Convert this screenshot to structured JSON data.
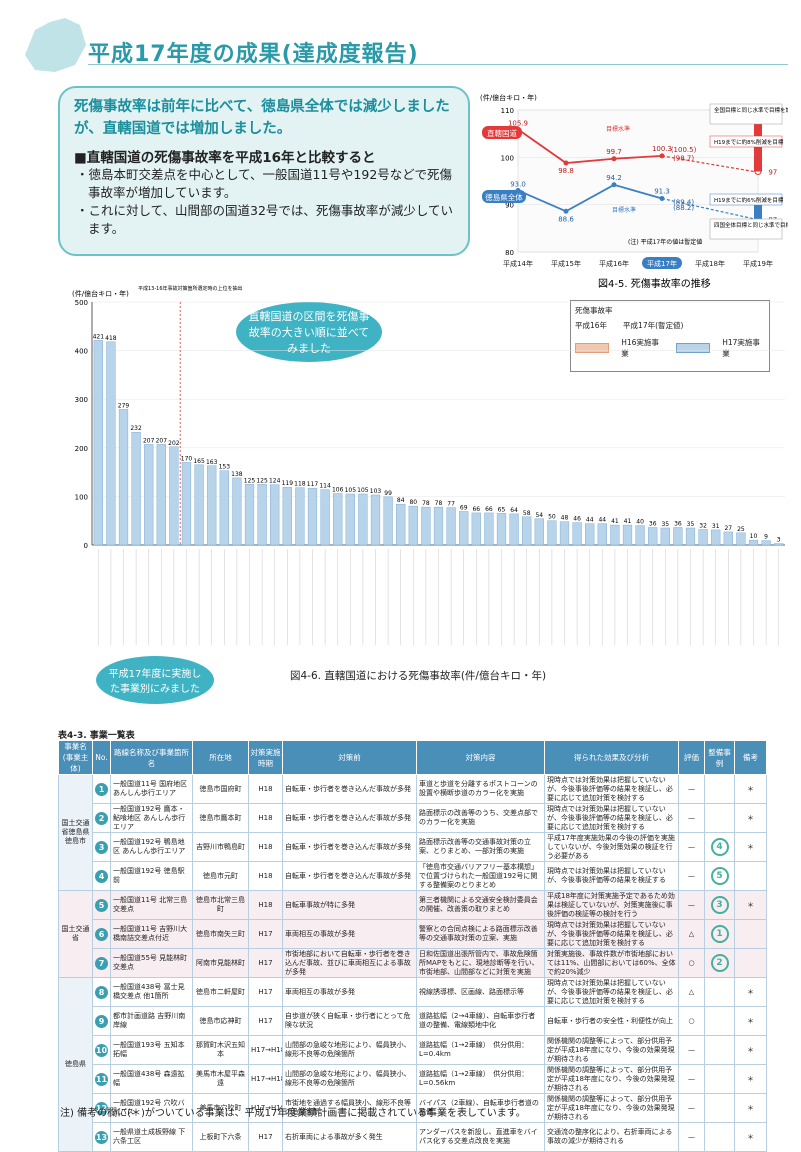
{
  "header": {
    "title": "平成17年度の成果(達成度報告)"
  },
  "summary": {
    "lead": "死傷事故率は前年に比べて、徳島県全体では減少しましたが、直轄国道では増加しました。",
    "heading": "■直轄国道の死傷事故率を平成16年と比較すると",
    "items": [
      "・徳島本町交差点を中心として、一般国道11号や192号などで死傷事故率が増加しています。",
      "・これに対して、山間部の国道32号では、死傷事故率が減少しています。"
    ]
  },
  "callouts": {
    "top": "直轄国道の区間を死傷事故率の大きい順に並べてみました",
    "bottom": "平成17年度に実施した事業別にみました"
  },
  "trend_chart": {
    "ylabel": "(件/億台キロ・年)",
    "caption": "図4-5. 死傷事故率の推移",
    "series_labels": [
      "直轄国道",
      "徳島県全体"
    ],
    "goal_notes": [
      "全国目標と同じ水準で目標を設定",
      "H19までに約8%削減を目標",
      "H19までに約6%削減を目標",
      "四国全体目標と同じ水準で目標を設定"
    ],
    "target_tags": [
      "目標水準",
      "目標水準"
    ],
    "note": "(注) 平成17年の値は暫定値",
    "value_labels": [
      "105.9",
      "98.8",
      "99.7",
      "100.3",
      "(100.5)",
      "(98.7)",
      "97",
      "93.0",
      "88.6",
      "94.2",
      "91.3",
      "(89.4)",
      "(88.2)",
      "87"
    ]
  },
  "legend": {
    "title": "死傷事故率",
    "cols": [
      "平成16年",
      "平成17年(暫定値)"
    ],
    "items": [
      "H16実施事業",
      "H17実施事業"
    ]
  },
  "bar_chart_meta": {
    "ylabel": "(件/億台キロ・年)",
    "caption": "図4-6. 直轄国道における死傷事故率(件/億台キロ・年)",
    "annotation": "平成13-16年事故対策箇所選定時の上位を抽出"
  },
  "chart_data": [
    {
      "type": "line",
      "title": "",
      "x": [
        "平成14年",
        "平成15年",
        "平成16年",
        "平成17年",
        "平成18年",
        "平成19年"
      ],
      "ylim": [
        80,
        110
      ],
      "yticks": [
        80,
        90,
        100,
        110
      ],
      "series": [
        {
          "name": "直轄国道",
          "values": [
            105.9,
            98.8,
            99.7,
            100.3,
            null,
            null
          ],
          "target": 97
        },
        {
          "name": "徳島県全体",
          "values": [
            93.0,
            88.6,
            94.2,
            91.3,
            null,
            null
          ],
          "target": 87
        }
      ],
      "highlight_x": "平成17年"
    },
    {
      "type": "bar",
      "title": "",
      "ylim": [
        0,
        500
      ],
      "yticks": [
        0,
        100,
        200,
        300,
        400,
        500
      ],
      "values_h17": [
        421,
        418,
        279,
        232,
        207,
        207,
        202,
        170,
        165,
        163,
        153,
        138,
        125,
        125,
        124,
        119,
        118,
        117,
        114,
        106,
        105,
        105,
        103,
        99,
        84,
        80,
        78,
        78,
        77,
        69,
        66,
        66,
        65,
        64,
        58,
        54,
        50,
        48,
        46,
        44,
        44,
        41,
        41,
        40,
        36,
        35,
        36,
        35,
        32,
        31,
        27,
        25,
        10,
        9,
        3
      ],
      "labels": [
        "421",
        "418",
        "279",
        "232",
        "207",
        "207",
        "202",
        "170",
        "165",
        "163",
        "153",
        "138",
        "125",
        "125",
        "124",
        "119",
        "118",
        "117",
        "114",
        "106",
        "105",
        "105",
        "103",
        "99",
        "84",
        "80",
        "78",
        "78",
        "77",
        "69",
        "66",
        "66",
        "65",
        "64",
        "58",
        "54",
        "50",
        "48",
        "46",
        "44",
        "44",
        "41",
        "41",
        "40",
        "36",
        "35",
        "36",
        "35",
        "32",
        "31",
        "27",
        "25",
        "10",
        "9",
        "3"
      ]
    }
  ],
  "table": {
    "title": "表4-3. 事業一覧表",
    "headers": [
      "事業名(事業主体)",
      "No.",
      "路線名称及び事業箇所名",
      "所在地",
      "対策実施時期",
      "対策前",
      "対策内容",
      "得られた効果及び分析",
      "評価",
      "整備事例",
      "備考"
    ],
    "rows": [
      {
        "grp": "国土交通省徳島県徳島市",
        "no": "1",
        "name": "一般国道11号 国府地区 あんしん歩行エリア",
        "loc": "徳島市国府町",
        "time": "H18",
        "before": "自転車・歩行者を巻き込んだ事故が多発",
        "content": "車道と歩道を分離するポストコーンの設置や横断歩道のカラー化を実施",
        "effect": "現時点では対策効果は把握していないが、今後事後評価等の結果を検証し、必要に応じて追加対策を検討する",
        "eval": "—",
        "case": "",
        "note": "＊"
      },
      {
        "grp": "",
        "no": "2",
        "name": "一般国道192号 鷹本・鮎喰地区 あんしん歩行エリア",
        "loc": "徳島市鷹本町",
        "time": "H18",
        "before": "自転車・歩行者を巻き込んだ事故が多発",
        "content": "路面標示の改善等のうち、交差点部でのカラー化を実施",
        "effect": "現時点では対策効果は把握していないが、今後事後評価等の結果を検証し、必要に応じて追加対策を検討する",
        "eval": "—",
        "case": "",
        "note": "＊"
      },
      {
        "grp": "",
        "no": "3",
        "name": "一般国道192号 鴨島地区 あんしん歩行エリア",
        "loc": "吉野川市鴨島町",
        "time": "H18",
        "before": "自転車・歩行者を巻き込んだ事故が多発",
        "content": "路面標示改善等の交通事故対策の立案、とりまとめ、一部対策の実施",
        "effect": "平成17年度実施効果の今後の評価を実施していないが、今後対策効果の検証を行う必要がある",
        "eval": "—",
        "case": "4",
        "note": "＊"
      },
      {
        "grp": "",
        "no": "4",
        "name": "一般国道192号 徳島駅前",
        "loc": "徳島市元町",
        "time": "H18",
        "before": "自転車・歩行者を巻き込んだ事故が多発",
        "content": "「徳島市交通バリアフリー基本構想」で位置づけられた一般国道192号に関する整備案のとりまとめ",
        "effect": "現時点では対策効果は把握していないが、今後事後評価等の結果を検証する",
        "eval": "—",
        "case": "5",
        "note": ""
      },
      {
        "grp": "国土交通省",
        "no": "5",
        "name": "一般国道11号 北常三島交差点",
        "loc": "徳島市北常三島町",
        "time": "H18",
        "before": "自転車事故が特に多発",
        "content": "第三者機関による交通安全検討委員会の開催、改善策の取りまとめ",
        "effect": "平成18年度に対策実施予定であるため効果は検証していないが、対策実施後に事後評価の検証等の検討を行う",
        "eval": "—",
        "case": "3",
        "note": "＊"
      },
      {
        "grp": "",
        "no": "6",
        "name": "一般国道11号 吉野川大橋南詰交差点付近",
        "loc": "徳島市南矢三町",
        "time": "H17",
        "before": "車両相互の事故が多発",
        "content": "警察との合同点検による路面標示改善等の交通事故対策の立案、実施",
        "effect": "現時点では対策効果は把握していないが、今後事後評価等の結果を検証し、必要に応じて追加対策を検討する",
        "eval": "△",
        "case": "1",
        "note": ""
      },
      {
        "grp": "",
        "no": "7",
        "name": "一般国道55号 見能林町交差点",
        "loc": "阿南市見能林町",
        "time": "H17",
        "before": "市街地部において自転車・歩行者を巻き込んだ事故、並びに車両相互による事故が多発",
        "content": "日和佐国道出張所管内で、事故危険箇所MAPをもとに、現地診断等を行い、市街地部、山間部などに対策を実施",
        "effect": "対策実施後、事故件数が市街地部においては11%、山間部においては60%、全体で約20%減少",
        "eval": "○",
        "case": "2",
        "note": ""
      },
      {
        "grp": "徳島県",
        "no": "8",
        "name": "一般国道438号 冨士見橋交差点 他1箇所",
        "loc": "徳島市二軒屋町",
        "time": "H17",
        "before": "車両相互の事故が多発",
        "content": "視線誘導標、区画線、路面標示等",
        "effect": "現時点では対策効果は把握していないが、今後事後評価等の結果を検証し、必要に応じて追加対策を検討する",
        "eval": "△",
        "case": "",
        "note": "＊"
      },
      {
        "grp": "",
        "no": "9",
        "name": "都市計画道路 吉野川南岸線",
        "loc": "徳島市応神町",
        "time": "H17",
        "before": "自歩道が狭く自転車・歩行者にとって危険な状況",
        "content": "道路拡幅（2→4車線）、自転車歩行者道の整備、電線類地中化",
        "effect": "自転車・歩行者の安全性・利便性が向上",
        "eval": "○",
        "case": "",
        "note": "＊"
      },
      {
        "grp": "",
        "no": "10",
        "name": "一般国道193号 五知本拓幅",
        "loc": "那賀町木沢五知本",
        "time": "H17→H18",
        "before": "山間部の急峻な地形により、幅員狭小、線形不良等の危険箇所",
        "content": "道路拡幅（1→2車線）　供分供用：L=0.4km",
        "effect": "関係機関の調整等によって、部分供用予定が平成18年度になり、今後の効果発現が期待される",
        "eval": "—",
        "case": "",
        "note": "＊"
      },
      {
        "grp": "",
        "no": "11",
        "name": "一般国道438号 森遠拡幅",
        "loc": "美馬市木屋平森遠",
        "time": "H17→H18",
        "before": "山間部の急峻な地形により、幅員狭小、線形不良等の危険箇所",
        "content": "道路拡幅（1→2車線）　供分供用：L=0.56km",
        "effect": "関係機関の調整等によって、部分供用予定が平成18年度になり、今後の効果発現が期待される",
        "eval": "—",
        "case": "",
        "note": "＊"
      },
      {
        "grp": "",
        "no": "12",
        "name": "一般国道192号 穴吹バイパス",
        "loc": "美馬市穴吹町",
        "time": "H17→H18",
        "before": "市街地を通過する幅員狭小、線形不良等の危険箇所",
        "content": "バイパス（2車線）、自転車歩行者道の整備",
        "effect": "関係機関の調整等によって、部分供用予定が平成18年度になり、今後の効果発現が期待される",
        "eval": "—",
        "case": "",
        "note": "＊"
      },
      {
        "grp": "",
        "no": "13",
        "name": "一般県道土成板野線 下六条工区",
        "loc": "上板町下六条",
        "time": "H17",
        "before": "右折車両による事故が多く発生",
        "content": "アンダーパスを新設し、直進車をバイパス化する交差点改良を実施",
        "effect": "交通流の整序化により、右折車両による事故の減少が期待される",
        "eval": "—",
        "case": "",
        "note": "＊"
      }
    ]
  },
  "footnote": "注) 備考の欄に(＊)がついている事業は、平成17年度業績計画書に掲載されている事業を表しています。",
  "colors": {
    "accent": "#2a9aa8",
    "h16": "#f3c7ad",
    "h17": "#b8d4ea",
    "tableHeader": "#4a8fb8"
  }
}
